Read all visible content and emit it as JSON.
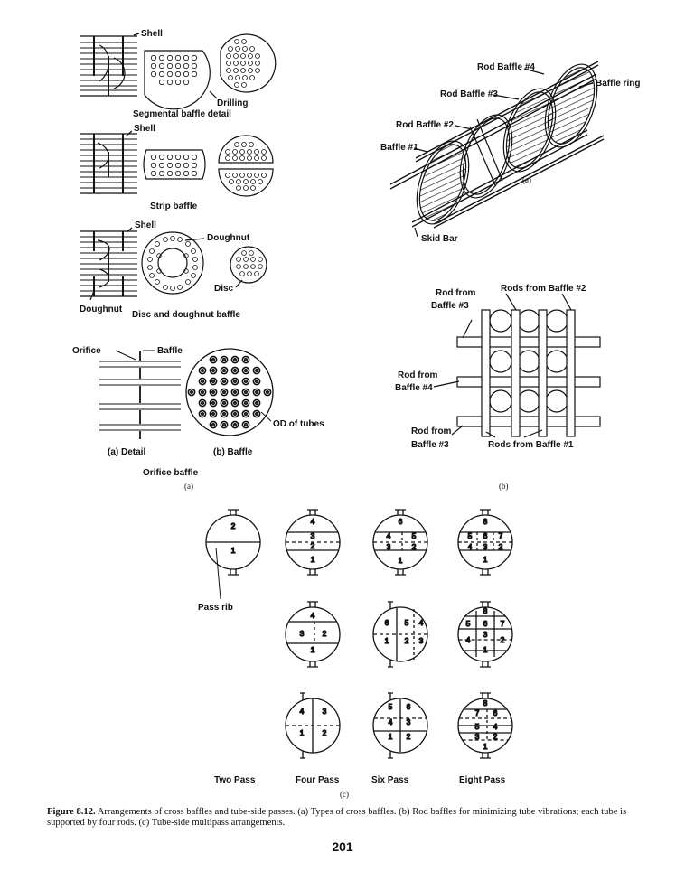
{
  "segmental": {
    "shell": "Shell",
    "drilling": "Drilling",
    "caption": "Segmental baffle detail"
  },
  "strip": {
    "shell": "Shell",
    "caption": "Strip baffle"
  },
  "doughnut": {
    "shell": "Shell",
    "doughnut": "Doughnut",
    "doughnut_left": "Doughnut",
    "disc": "Disc",
    "caption": "Disc and doughnut baffle"
  },
  "orifice": {
    "orifice": "Orifice",
    "baffle": "Baffle",
    "od": "OD of tubes",
    "detail": "(a) Detail",
    "baffle_view": "(b) Baffle",
    "caption": "Orifice baffle",
    "panel": "(a)"
  },
  "rod3d": {
    "rb4": "Rod Baffle #4",
    "rb3": "Rod Baffle #3",
    "rb2": "Rod Baffle #2",
    "b1": "Baffle #1",
    "ring": "Baffle ring",
    "skid": "Skid Bar",
    "panel": "(a)"
  },
  "rodgrid": {
    "rod3_top_a": "Rod from",
    "rod3_top_b": "Baffle #3",
    "rods2": "Rods from Baffle #2",
    "rod4_a": "Rod from",
    "rod4_b": "Baffle #4",
    "rod3_bot_a": "Rod from",
    "rod3_bot_b": "Baffle #3",
    "rods1": "Rods from Baffle #1",
    "panel": "(b)"
  },
  "passes": {
    "pass_rib": "Pass rib",
    "columns": [
      "Two Pass",
      "Four Pass",
      "Six Pass",
      "Eight Pass"
    ],
    "panel": "(c)",
    "two": [
      "2",
      "1"
    ],
    "four_a": [
      "4",
      "3",
      "2",
      "1"
    ],
    "six_a": [
      "6",
      "4",
      "5",
      "3",
      "2",
      "1"
    ],
    "eight_a": [
      "8",
      "5",
      "6",
      "7",
      "4",
      "3",
      "2",
      "1"
    ],
    "four_b": [
      "4",
      "3",
      "2",
      "1"
    ],
    "six_b": [
      "6",
      "5",
      "4",
      "1",
      "2",
      "3"
    ],
    "eight_b": [
      "8",
      "5",
      "6",
      "7",
      "4",
      "3",
      "2",
      "1"
    ],
    "four_c": [
      "4",
      "3",
      "1",
      "2"
    ],
    "six_c": [
      "5",
      "6",
      "4",
      "3",
      "1",
      "2"
    ],
    "eight_c": [
      "8",
      "7",
      "6",
      "5",
      "4",
      "3",
      "2",
      "1"
    ]
  },
  "caption": {
    "label": "Figure 8.12.",
    "text": "Arrangements of cross baffles and tube-side passes. (a) Types of cross baffles. (b) Rod baffles for minimizing tube vibrations; each tube is supported by four rods. (c) Tube-side multipass arrangements."
  },
  "page_number": "201"
}
